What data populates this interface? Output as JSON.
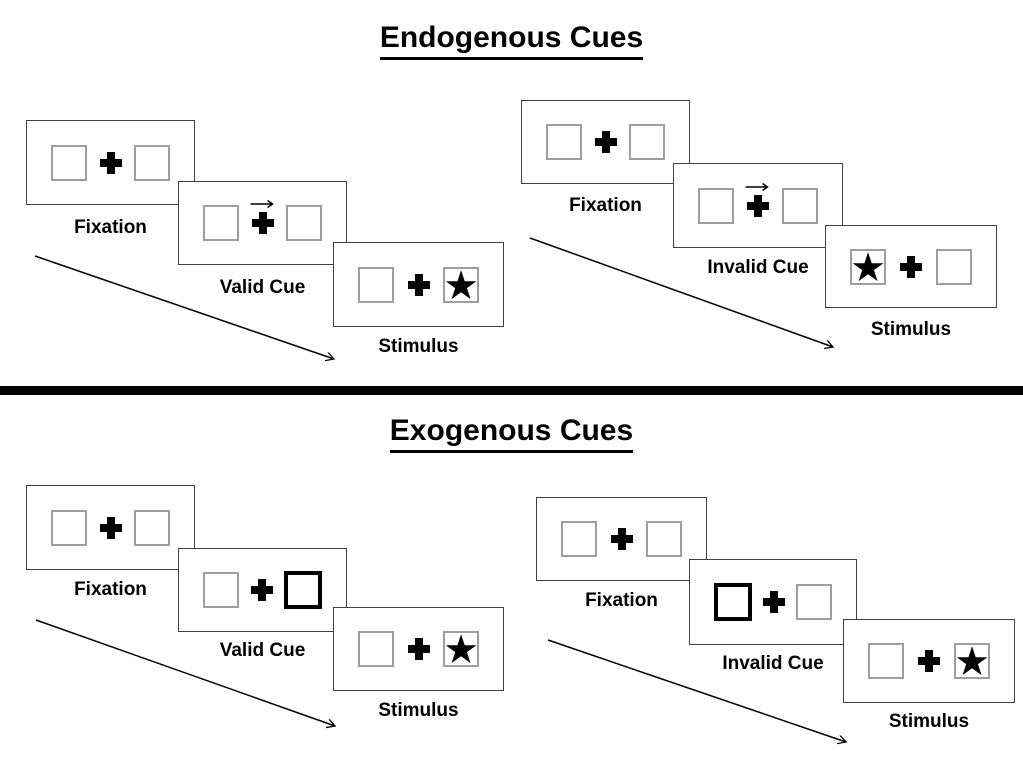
{
  "icons": {
    "star": "★"
  },
  "sections": [
    {
      "title": "Endogenous Cues",
      "groups": [
        {
          "condition": "valid",
          "panels": [
            {
              "label": "Fixation"
            },
            {
              "label": "Valid Cue"
            },
            {
              "label": "Stimulus"
            }
          ]
        },
        {
          "condition": "invalid",
          "panels": [
            {
              "label": "Fixation"
            },
            {
              "label": "Invalid Cue"
            },
            {
              "label": "Stimulus"
            }
          ]
        }
      ]
    },
    {
      "title": "Exogenous Cues",
      "groups": [
        {
          "condition": "valid",
          "panels": [
            {
              "label": "Fixation"
            },
            {
              "label": "Valid Cue"
            },
            {
              "label": "Stimulus"
            }
          ]
        },
        {
          "condition": "invalid",
          "panels": [
            {
              "label": "Fixation"
            },
            {
              "label": "Invalid Cue"
            },
            {
              "label": "Stimulus"
            }
          ]
        }
      ]
    }
  ]
}
